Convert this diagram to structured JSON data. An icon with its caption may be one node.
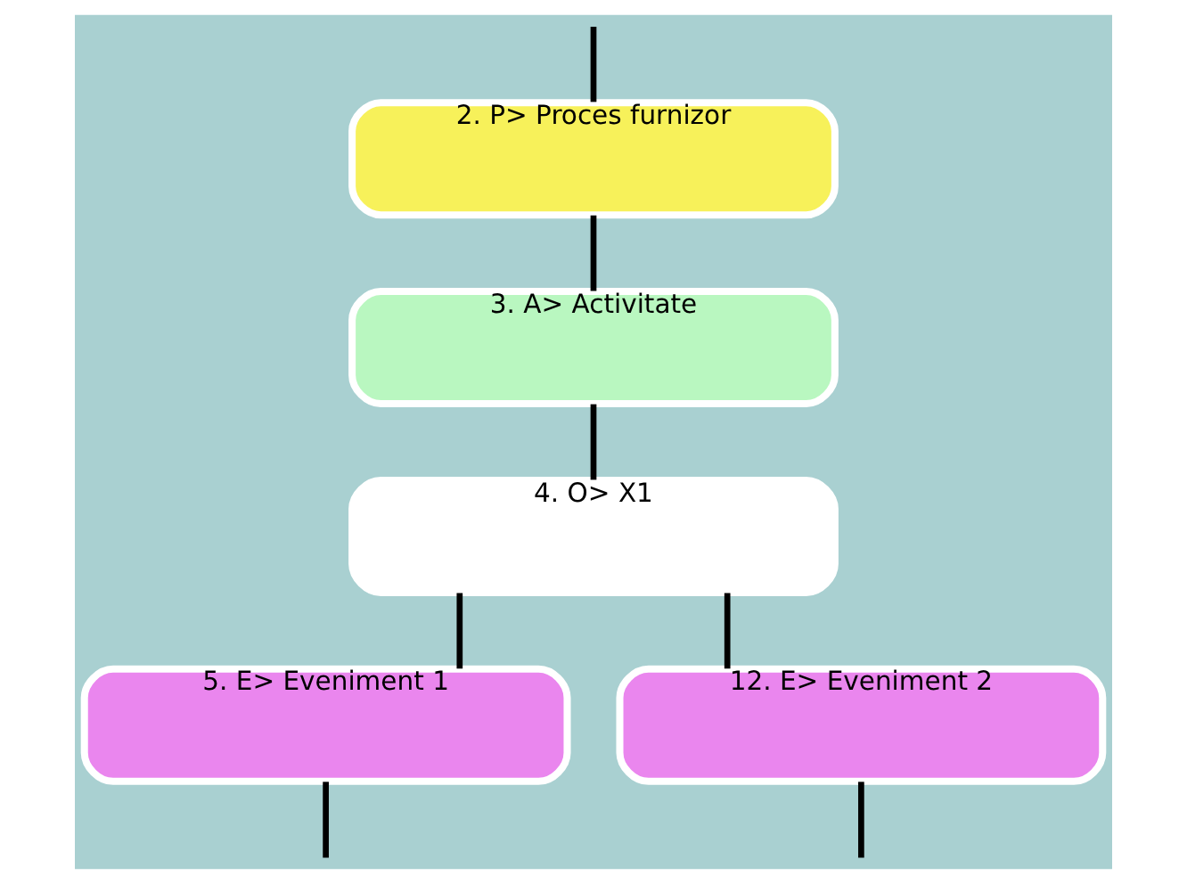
{
  "diagram": {
    "nodes": [
      {
        "text": [
          "2. P> Proces furnizor"
        ]
      },
      {
        "text": [
          "3. A> Activitate"
        ]
      },
      {
        "text": [
          "4. O> X1"
        ]
      },
      {
        "text": [
          "5. E> Eveniment 1"
        ]
      },
      {
        "text": [
          "12. E> Eveniment 2"
        ]
      }
    ],
    "edges": [
      {
        "from": null,
        "to": 0,
        "arrow": "none"
      },
      {
        "from": 0,
        "to": 1,
        "arrow": "none"
      },
      {
        "from": 1,
        "to": 2,
        "arrow": "none"
      },
      {
        "from": 2,
        "to": 3,
        "arrow": "none"
      },
      {
        "from": 2,
        "to": 4,
        "arrow": "none"
      },
      {
        "from": 3,
        "to": null,
        "arrow": "none"
      },
      {
        "from": 4,
        "to": null,
        "arrow": "none"
      }
    ]
  }
}
